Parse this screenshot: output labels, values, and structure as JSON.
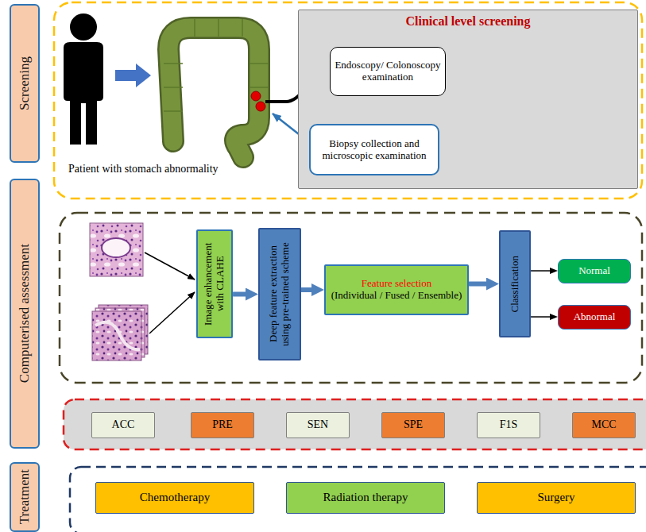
{
  "diagram": {
    "nodes": [
      {
        "text": [
          "Screening"
        ]
      },
      {
        "text": [
          "Clinical level screening"
        ]
      },
      {
        "text": [
          "Endoscopy/ Colonoscopy examination"
        ],
        "in": 1
      },
      {
        "text": [
          "Biopsy collection and microscopic examination"
        ],
        "in": 1
      },
      {
        "text": [
          "Computerised assessment"
        ]
      },
      {
        "text": [
          "Image enhancement with CLAHE"
        ]
      },
      {
        "text": [
          "Deep feature extraction using pre-trained scheme"
        ]
      },
      {
        "text": [
          "Feature selection",
          "(Individual / Fused / Ensemble)"
        ]
      },
      {
        "text": [
          "Classification"
        ]
      },
      {
        "text": [
          "Normal"
        ]
      },
      {
        "text": [
          "Abnormal"
        ]
      },
      {
        "text": [
          "ACC"
        ]
      },
      {
        "text": [
          "PRE"
        ]
      },
      {
        "text": [
          "SEN"
        ]
      },
      {
        "text": [
          "SPE"
        ]
      },
      {
        "text": [
          "F1S"
        ]
      },
      {
        "text": [
          "MCC"
        ]
      },
      {
        "text": [
          "Treatment"
        ]
      },
      {
        "text": [
          "Chemotherapy"
        ]
      },
      {
        "text": [
          "Radiation therapy"
        ]
      },
      {
        "text": [
          "Surgery"
        ]
      }
    ],
    "edges": [
      {
        "from": 5,
        "to": 6,
        "arrow": "to"
      },
      {
        "from": 6,
        "to": 7,
        "arrow": "to"
      },
      {
        "from": 7,
        "to": 8,
        "arrow": "to"
      },
      {
        "from": 8,
        "to": 9,
        "arrow": "to"
      },
      {
        "from": 8,
        "to": 10,
        "arrow": "to"
      }
    ],
    "labels": [
      "Patient with stomach abnormality"
    ]
  }
}
